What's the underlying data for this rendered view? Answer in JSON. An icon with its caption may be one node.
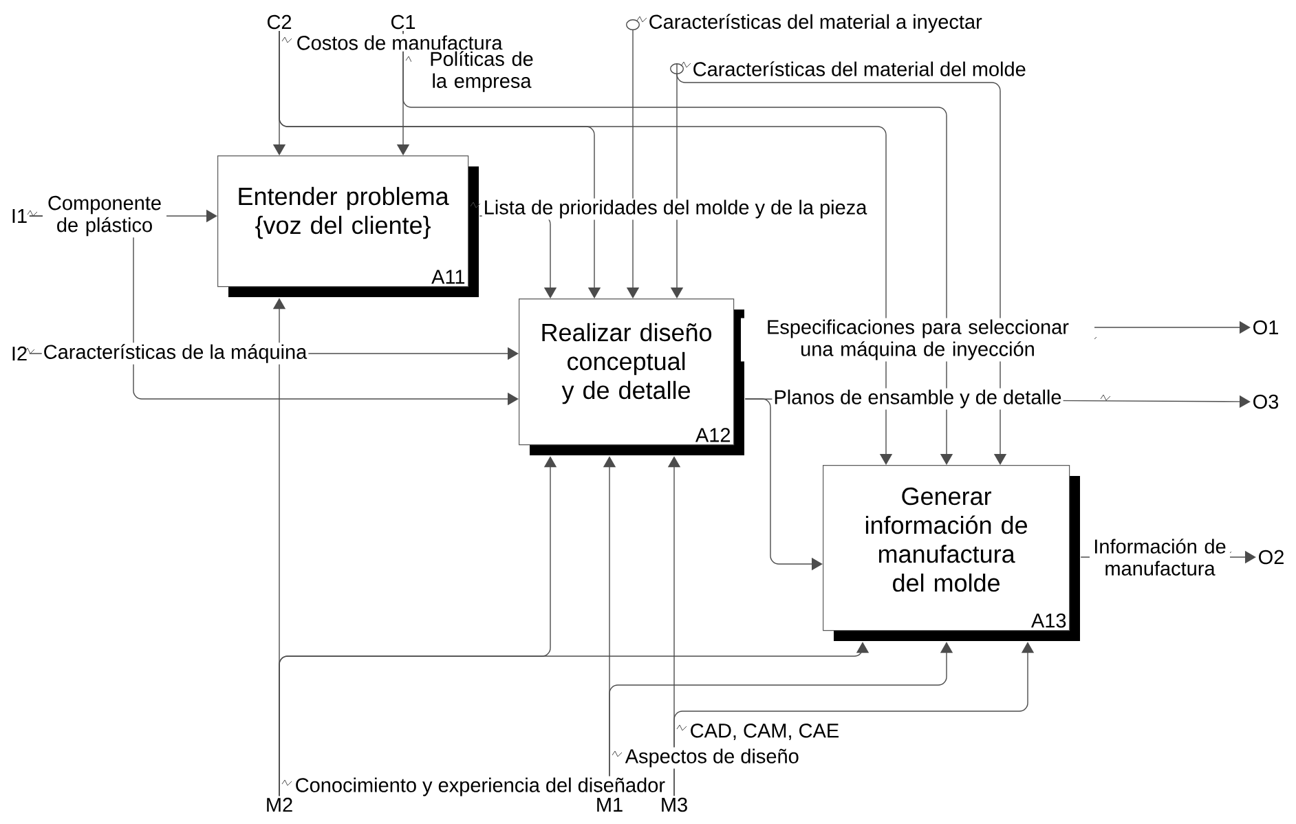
{
  "diagram": {
    "nodes": [
      {
        "text": [
          "C2"
        ]
      },
      {
        "text": [
          "C1"
        ]
      },
      {
        "text": [
          "I1"
        ]
      },
      {
        "text": [
          "Entender problema {voz del cliente}",
          "A11"
        ]
      },
      {
        "text": [
          "I2"
        ]
      },
      {
        "text": [
          "Realizar diseño conceptual y de detalle",
          "A12"
        ]
      },
      {
        "text": [
          "O1"
        ]
      },
      {
        "text": [
          "O3"
        ]
      },
      {
        "text": [
          "Generar información de manufactura del molde",
          "A13"
        ]
      },
      {
        "text": [
          "O2"
        ]
      },
      {
        "text": [
          "M2"
        ]
      },
      {
        "text": [
          "M1"
        ]
      },
      {
        "text": [
          "M3"
        ]
      }
    ],
    "edges": [
      {
        "from": 0,
        "to": 3,
        "arrow": "to",
        "label": "Costos de manufactura"
      },
      {
        "from": 0,
        "to": 5,
        "arrow": "to"
      },
      {
        "from": 0,
        "to": 8,
        "arrow": "to"
      },
      {
        "from": 1,
        "to": 3,
        "arrow": "to",
        "label": "Políticas de la empresa"
      },
      {
        "from": 1,
        "to": 8,
        "arrow": "to"
      },
      {
        "from": null,
        "to": 5,
        "arrow": "to",
        "label": "Características del material a inyectar"
      },
      {
        "from": null,
        "to": 5,
        "arrow": "to",
        "label": "Características del material del molde"
      },
      {
        "from": null,
        "to": 8,
        "arrow": "to"
      },
      {
        "from": 3,
        "to": 5,
        "arrow": "to",
        "label": "Lista de prioridades del molde y de la pieza"
      },
      {
        "from": 2,
        "to": 3,
        "arrow": "to",
        "label": "Componente de plástico"
      },
      {
        "from": 2,
        "to": 5,
        "arrow": "to"
      },
      {
        "from": 4,
        "to": 5,
        "arrow": "to",
        "label": "Características de la máquina"
      },
      {
        "from": 5,
        "to": 6,
        "arrow": "to",
        "label": "Especificaciones para seleccionar una máquina de inyección"
      },
      {
        "from": 5,
        "to": 7,
        "arrow": "to",
        "label": "Planos de ensamble y de detalle"
      },
      {
        "from": 5,
        "to": 8,
        "arrow": "to"
      },
      {
        "from": 8,
        "to": 9,
        "arrow": "to",
        "label": "Información de manufactura"
      },
      {
        "from": 10,
        "to": 3,
        "arrow": "to",
        "label": "Conocimiento y experiencia del diseñador"
      },
      {
        "from": 10,
        "to": 5,
        "arrow": "to"
      },
      {
        "from": 10,
        "to": 8,
        "arrow": "to"
      },
      {
        "from": 11,
        "to": 5,
        "arrow": "to",
        "label": "Aspectos de diseño"
      },
      {
        "from": 11,
        "to": 8,
        "arrow": "to"
      },
      {
        "from": 12,
        "to": 5,
        "arrow": "to",
        "label": "CAD, CAM, CAE"
      },
      {
        "from": 12,
        "to": 8,
        "arrow": "to"
      }
    ]
  }
}
